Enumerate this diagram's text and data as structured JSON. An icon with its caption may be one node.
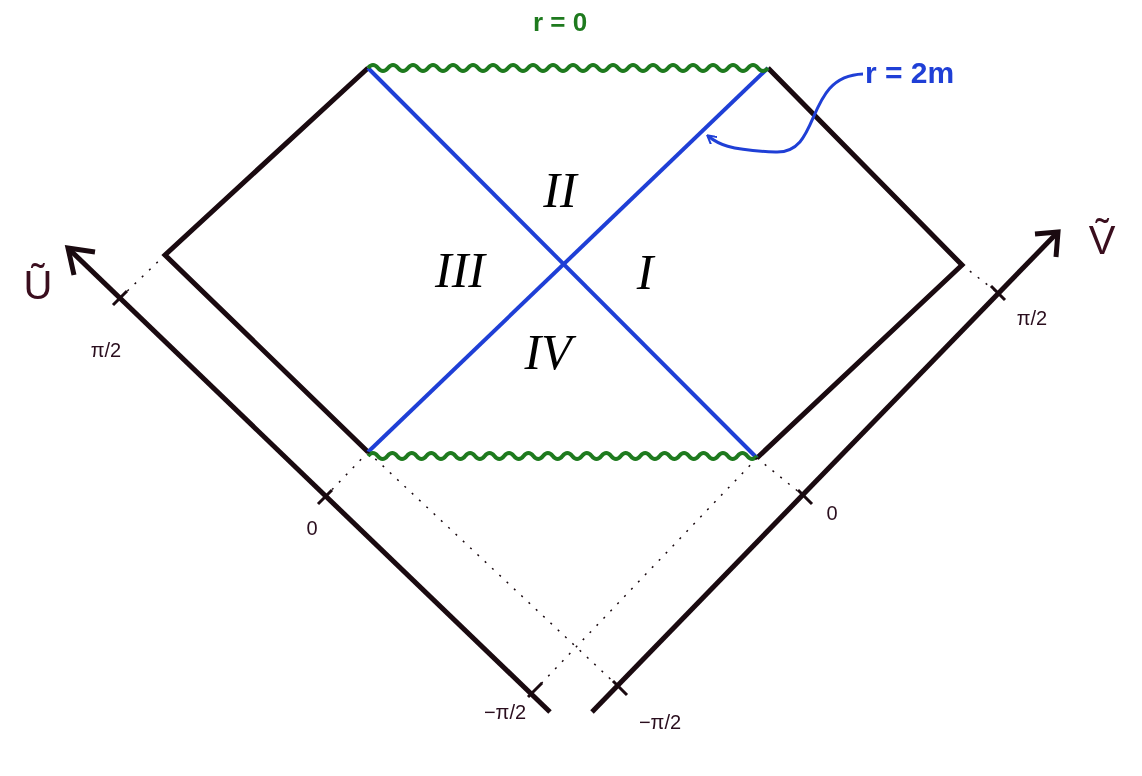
{
  "diagram": {
    "nodes": [
      {
        "text": [
          "r = 2m"
        ]
      },
      {
        "text": [],
        "shape": "line"
      }
    ],
    "edges": [
      {
        "from": 0,
        "to": 1,
        "arrow": "to",
        "color": "#1f3fd6"
      }
    ],
    "labels": [
      "r = 0",
      "II",
      "III",
      "I",
      "IV",
      "Ũ",
      "Ṽ",
      "π/2",
      "π/2",
      "0",
      "0",
      "−π/2",
      "−π/2"
    ]
  }
}
